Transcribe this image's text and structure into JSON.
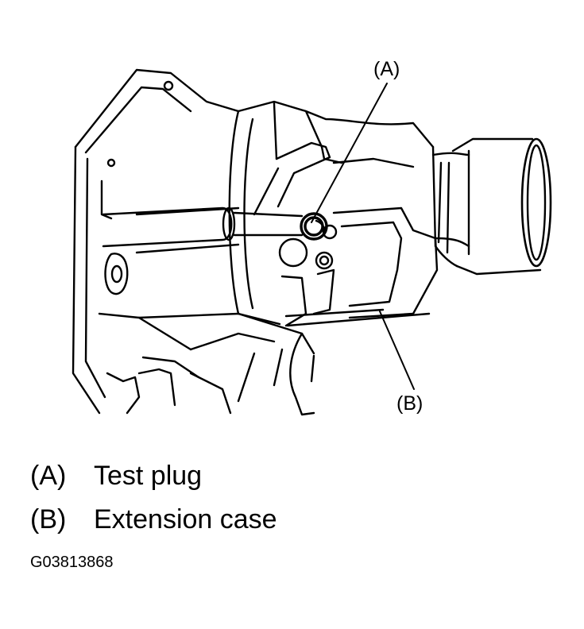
{
  "callouts": {
    "a": "(A)",
    "b": "(B)"
  },
  "legend": [
    {
      "key": "(A)",
      "label": "Test plug"
    },
    {
      "key": "(B)",
      "label": "Extension case"
    }
  ],
  "figure_id": "G03813868"
}
